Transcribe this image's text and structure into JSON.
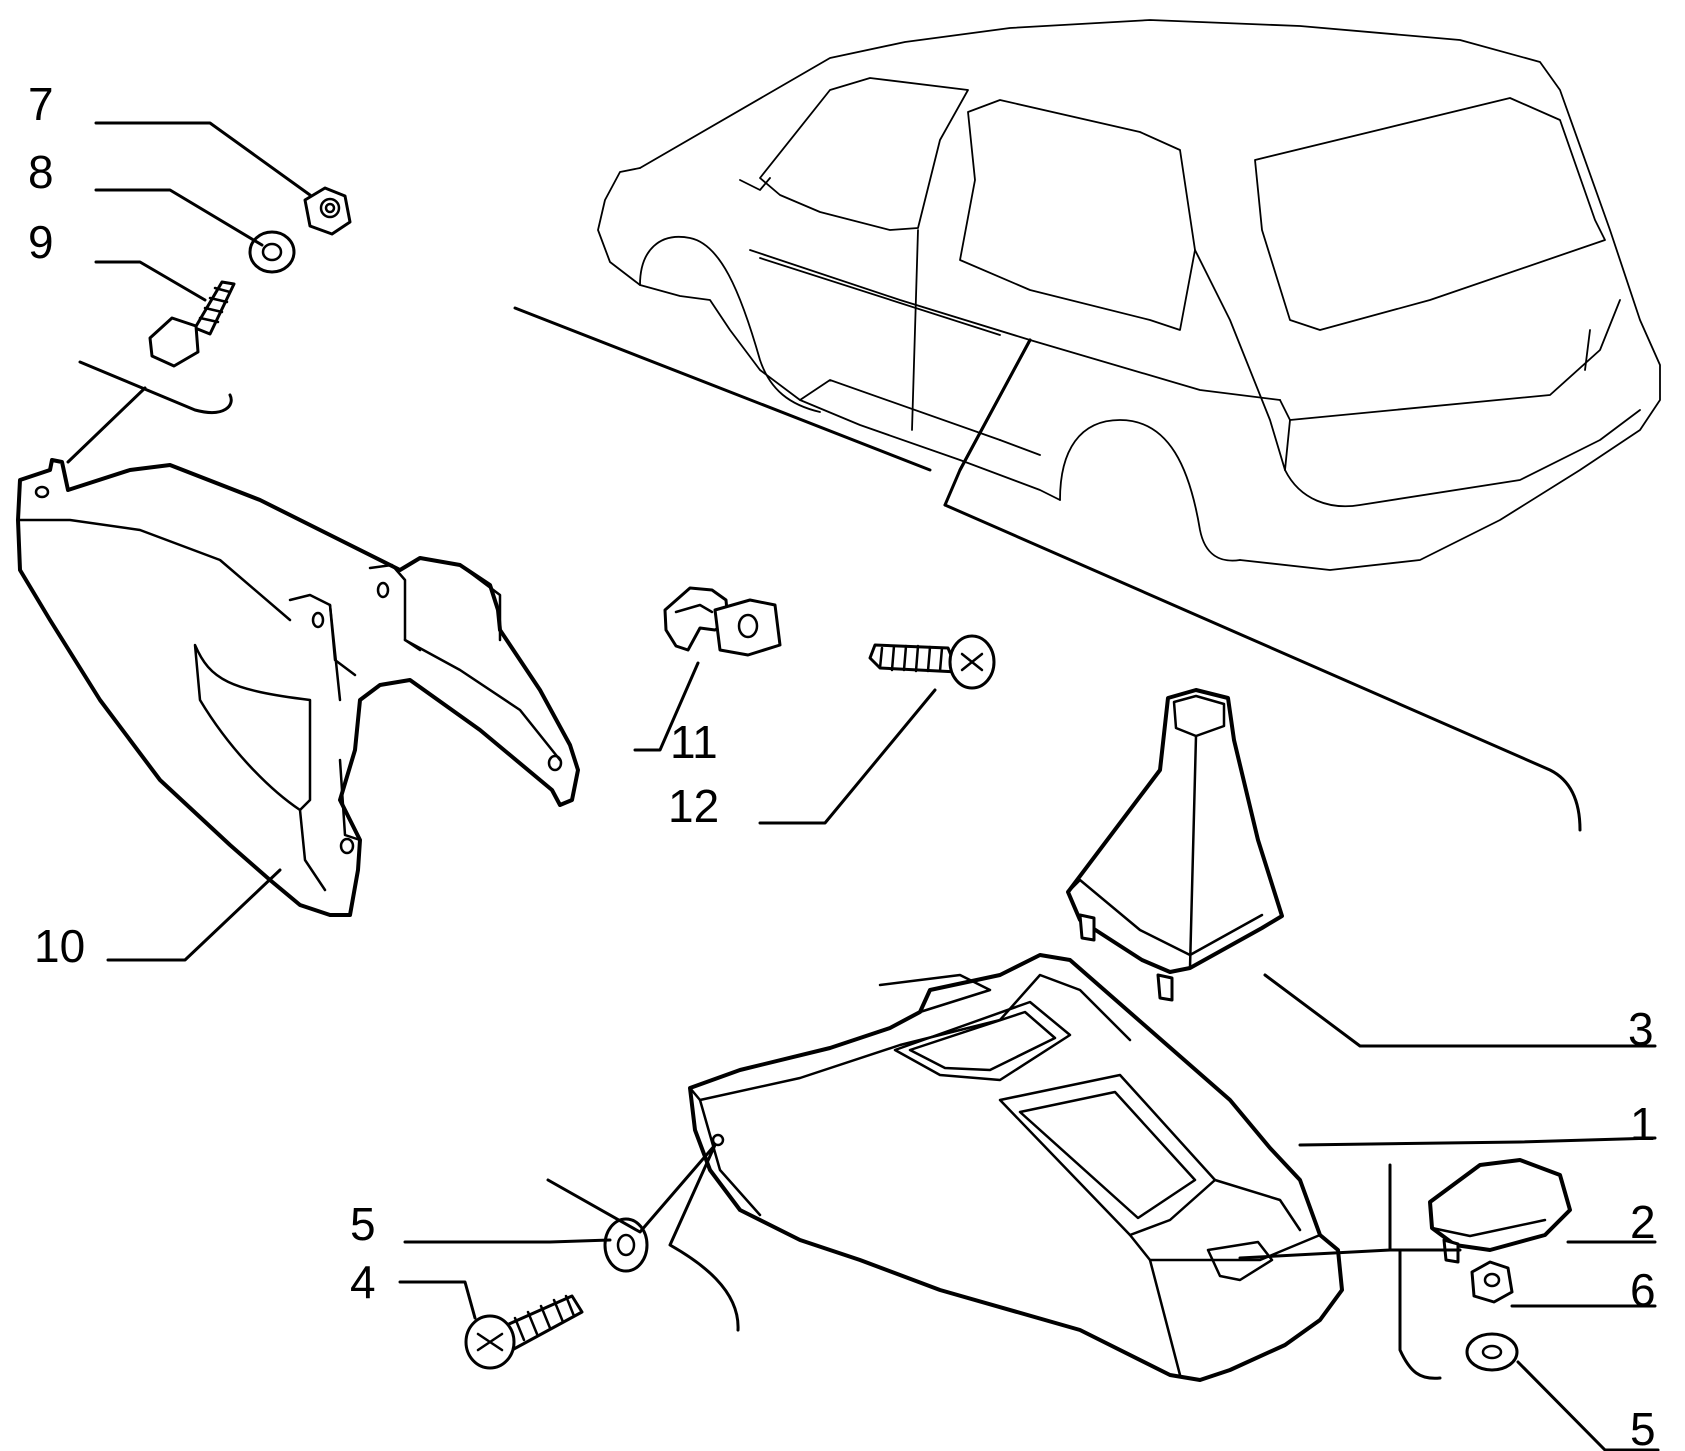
{
  "diagram": {
    "callouts": [
      {
        "id": "c7",
        "label": "7"
      },
      {
        "id": "c8",
        "label": "8"
      },
      {
        "id": "c9",
        "label": "9"
      },
      {
        "id": "c10",
        "label": "10"
      },
      {
        "id": "c11",
        "label": "11"
      },
      {
        "id": "c12",
        "label": "12"
      },
      {
        "id": "c3",
        "label": "3"
      },
      {
        "id": "c1",
        "label": "1"
      },
      {
        "id": "c2",
        "label": "2"
      },
      {
        "id": "c6",
        "label": "6"
      },
      {
        "id": "c5a",
        "label": "5"
      },
      {
        "id": "c5b",
        "label": "5"
      },
      {
        "id": "c4",
        "label": "4"
      }
    ]
  },
  "colors": {
    "ink": "#000000",
    "paper": "#ffffff"
  }
}
